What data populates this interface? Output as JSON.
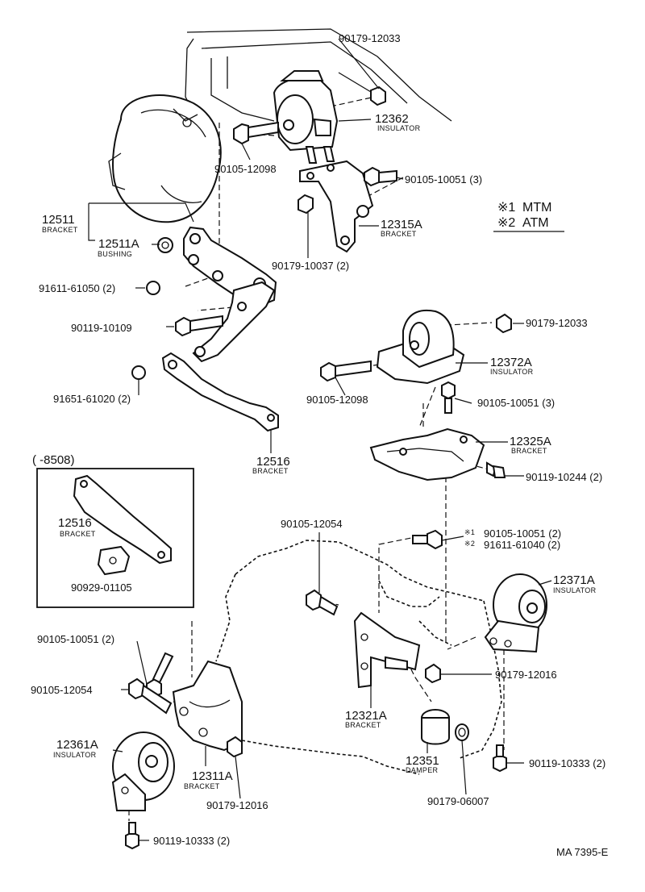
{
  "legend": {
    "row1_mark": "※1",
    "row1_text": "MTM",
    "row2_mark": "※2",
    "row2_text": "ATM"
  },
  "inset": {
    "header": "(      -8508)",
    "bracket_part": "12516",
    "bracket_sub": "BRACKET",
    "clip_part": "90929-01105"
  },
  "callouts": {
    "c01": "90179-12033",
    "c02": "12362",
    "c02_sub": "INSULATOR",
    "c03": "90105-12098",
    "c04": "90105-10051 (3)",
    "c05": "12511",
    "c05_sub": "BRACKET",
    "c06": "12511A",
    "c06_sub": "BUSHING",
    "c07": "12315A",
    "c07_sub": "BRACKET",
    "c08": "90179-10037 (2)",
    "c09": "91611-61050 (2)",
    "c10": "90119-10109",
    "c11": "90179-12033",
    "c12": "12372A",
    "c12_sub": "INSULATOR",
    "c13": "90105-12098",
    "c14": "90105-10051 (3)",
    "c15": "91651-61020 (2)",
    "c16": "12516",
    "c16_sub": "BRACKET",
    "c17": "12325A",
    "c17_sub": "BRACKET",
    "c18": "90119-10244 (2)",
    "c19": "90105-12054",
    "c20_mark": "※1",
    "c20": "90105-10051 (2)",
    "c21_mark": "※2",
    "c21": "91611-61040 (2)",
    "c22": "12371A",
    "c22_sub": "INSULATOR",
    "c23": "90105-10051 (2)",
    "c24": "90179-12016",
    "c25": "90105-12054",
    "c26": "12321A",
    "c26_sub": "BRACKET",
    "c27": "12361A",
    "c27_sub": "INSULATOR",
    "c28": "12351",
    "c28_sub": "DAMPER",
    "c29": "12311A",
    "c29_sub": "BRACKET",
    "c30": "90119-10333 (2)",
    "c31": "90179-12016",
    "c32": "90179-06007",
    "c33": "90119-10333 (2)"
  },
  "code": "MA 7395-E"
}
